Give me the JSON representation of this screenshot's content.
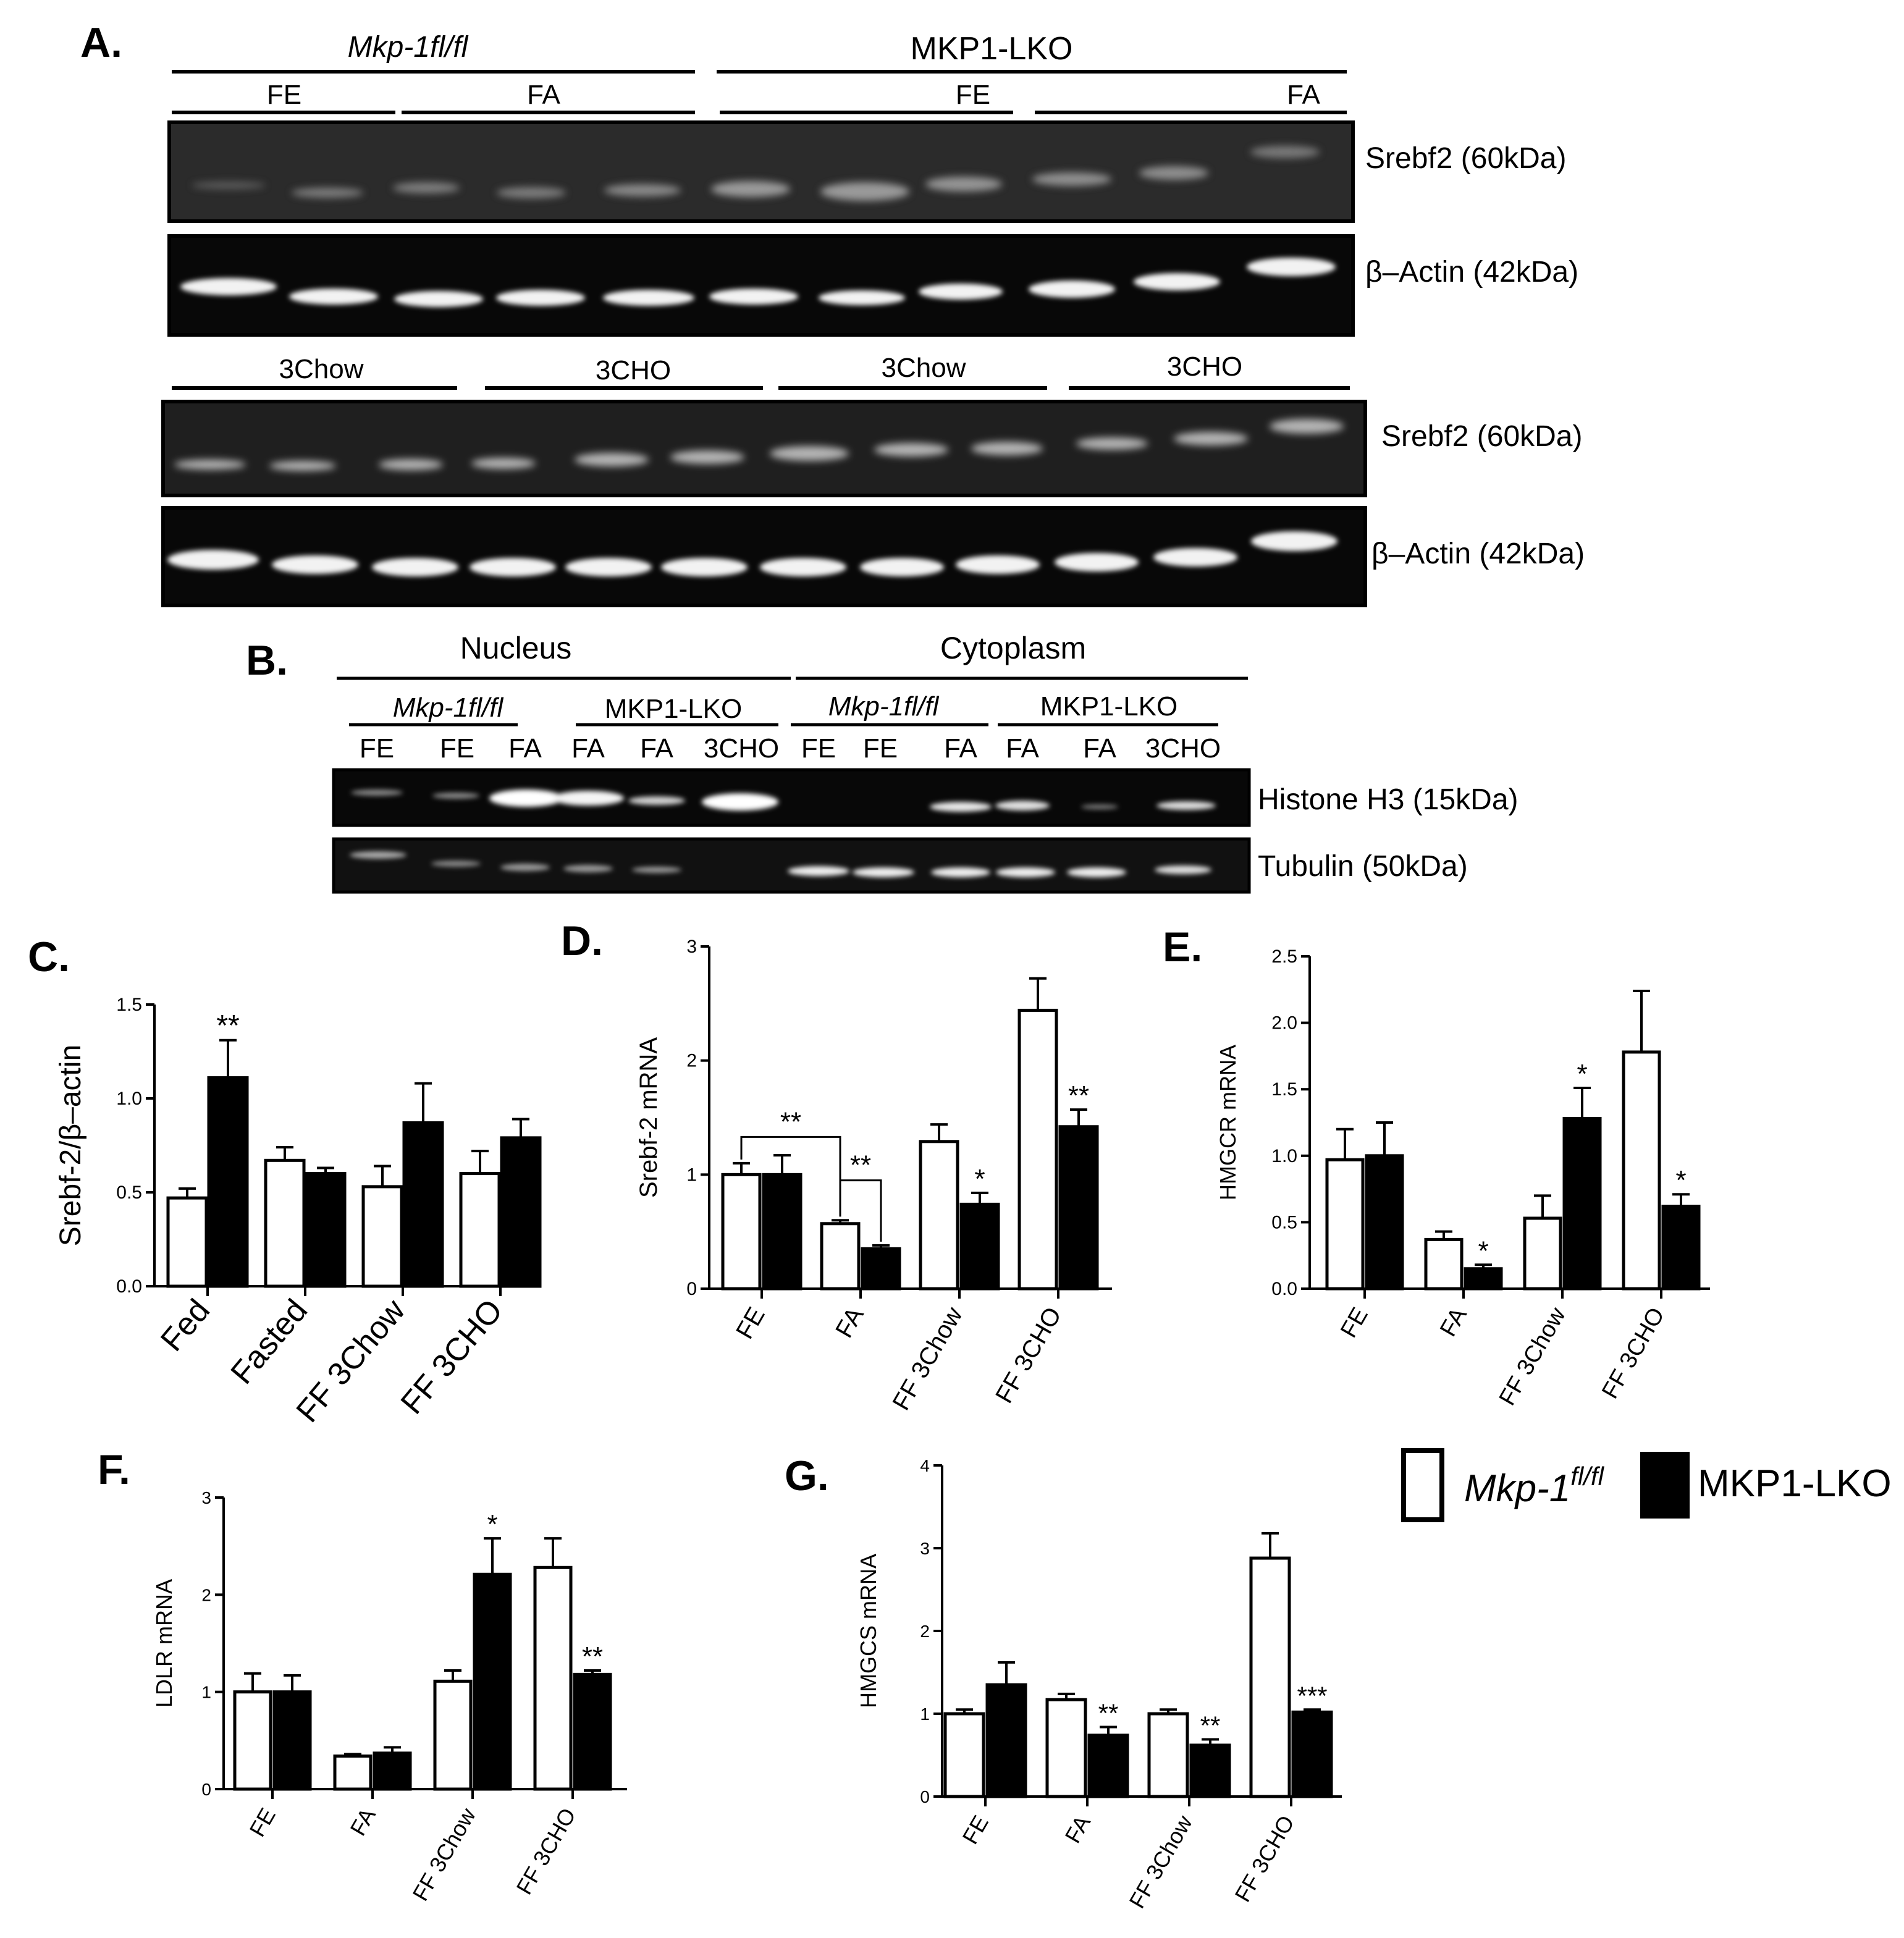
{
  "panel_letters": [
    "A.",
    "B.",
    "C.",
    "D.",
    "E.",
    "F.",
    "G."
  ],
  "panelA": {
    "top_groups": [
      "Mkp-1fl/fl",
      "MKP1-LKO"
    ],
    "top_subgroups": [
      "FE",
      "FA",
      "FE",
      "FA"
    ],
    "blot1_label": "Srebf2 (60kDa)",
    "blot2_label": "β–Actin (42kDa)",
    "bottom_subgroups": [
      "3Chow",
      "3CHO",
      "3Chow",
      "3CHO"
    ],
    "blot3_label": "Srebf2 (60kDa)",
    "blot4_label": "β–Actin (42kDa)"
  },
  "panelB": {
    "fractions": [
      "Nucleus",
      "Cytoplasm"
    ],
    "genotypes": [
      "Mkp-1fl/fl",
      "MKP1-LKO",
      "Mkp-1fl/fl",
      "MKP1-LKO"
    ],
    "lanes": [
      "FE",
      "FE",
      "FA",
      "FA",
      "FA",
      "3CHO",
      "FE",
      "FE",
      "FA",
      "FA",
      "FA",
      "3CHO"
    ],
    "blot1_label": "Histone H3 (15kDa)",
    "blot2_label": "Tubulin (50kDa)"
  },
  "legend": {
    "items": [
      {
        "label_base": "Mkp-1",
        "label_sup": "fl/fl",
        "color": "#ffffff"
      },
      {
        "label": "MKP1-LKO",
        "color": "#000000"
      }
    ]
  },
  "chart_data": [
    {
      "panel": "C",
      "type": "bar",
      "ylabel": "Srebf-2/β–actin",
      "ylim": [
        0,
        1.5
      ],
      "yticks": [
        "0.0",
        "0.5",
        "1.0",
        "1.5"
      ],
      "categories": [
        "Fed",
        "Fasted",
        "FF 3Chow",
        "FF 3CHO"
      ],
      "series": [
        {
          "values": [
            0.47,
            0.67,
            0.53,
            0.6
          ],
          "errors": [
            0.05,
            0.07,
            0.11,
            0.12
          ]
        },
        {
          "values": [
            1.11,
            0.6,
            0.87,
            0.79
          ],
          "errors": [
            0.2,
            0.03,
            0.21,
            0.1
          ]
        }
      ],
      "annotations": [
        {
          "category": 0,
          "series": 1,
          "text": "**"
        }
      ]
    },
    {
      "panel": "D",
      "type": "bar",
      "ylabel": "Srebf-2 mRNA",
      "ylim": [
        0,
        3
      ],
      "yticks": [
        "0",
        "1",
        "2",
        "3"
      ],
      "categories": [
        "FE",
        "FA",
        "FF 3Chow",
        "FF 3CHO"
      ],
      "series": [
        {
          "values": [
            1.0,
            0.57,
            1.29,
            2.44
          ],
          "errors": [
            0.1,
            0.03,
            0.15,
            0.28
          ]
        },
        {
          "values": [
            1.0,
            0.35,
            0.74,
            1.42
          ],
          "errors": [
            0.17,
            0.03,
            0.1,
            0.15
          ]
        }
      ],
      "annotations": [
        {
          "category": 2,
          "series": 1,
          "text": "*"
        },
        {
          "category": 3,
          "series": 1,
          "text": "**"
        }
      ],
      "brackets": [
        {
          "from": [
            0,
            0
          ],
          "to": [
            1,
            0
          ],
          "y": 1.33,
          "text": "**"
        },
        {
          "from": [
            1,
            0
          ],
          "to": [
            1,
            1
          ],
          "y": 0.95,
          "text": "**"
        }
      ]
    },
    {
      "panel": "E",
      "type": "bar",
      "ylabel": "HMGCR mRNA",
      "ylim": [
        0,
        2.5
      ],
      "yticks": [
        "0.0",
        "0.5",
        "1.0",
        "1.5",
        "2.0",
        "2.5"
      ],
      "categories": [
        "FE",
        "FA",
        "FF 3Chow",
        "FF 3CHO"
      ],
      "series": [
        {
          "values": [
            0.97,
            0.37,
            0.53,
            1.78
          ],
          "errors": [
            0.23,
            0.06,
            0.17,
            0.46
          ]
        },
        {
          "values": [
            1.0,
            0.15,
            1.28,
            0.62
          ],
          "errors": [
            0.25,
            0.03,
            0.23,
            0.09
          ]
        }
      ],
      "annotations": [
        {
          "category": 1,
          "series": 1,
          "text": "*"
        },
        {
          "category": 2,
          "series": 1,
          "text": "*"
        },
        {
          "category": 3,
          "series": 1,
          "text": "*"
        }
      ]
    },
    {
      "panel": "F",
      "type": "bar",
      "ylabel": "LDLR mRNA",
      "ylim": [
        0,
        3
      ],
      "yticks": [
        "0",
        "1",
        "2",
        "3"
      ],
      "categories": [
        "FE",
        "FA",
        "FF 3Chow",
        "FF 3CHO"
      ],
      "series": [
        {
          "values": [
            1.0,
            0.34,
            1.11,
            2.28
          ],
          "errors": [
            0.19,
            0.02,
            0.11,
            0.3
          ]
        },
        {
          "values": [
            1.0,
            0.37,
            2.21,
            1.18
          ],
          "errors": [
            0.17,
            0.06,
            0.37,
            0.04
          ]
        }
      ],
      "annotations": [
        {
          "category": 2,
          "series": 1,
          "text": "*"
        },
        {
          "category": 3,
          "series": 1,
          "text": "**"
        }
      ]
    },
    {
      "panel": "G",
      "type": "bar",
      "ylabel": "HMGCS mRNA",
      "ylim": [
        0,
        4
      ],
      "yticks": [
        "0",
        "1",
        "2",
        "3",
        "4"
      ],
      "categories": [
        "FE",
        "FA",
        "FF 3Chow",
        "FF 3CHO"
      ],
      "series": [
        {
          "values": [
            1.0,
            1.17,
            1.0,
            2.88
          ],
          "errors": [
            0.05,
            0.07,
            0.05,
            0.3
          ]
        },
        {
          "values": [
            1.35,
            0.74,
            0.62,
            1.02
          ],
          "errors": [
            0.27,
            0.1,
            0.07,
            0.03
          ]
        }
      ],
      "annotations": [
        {
          "category": 1,
          "series": 1,
          "text": "**"
        },
        {
          "category": 2,
          "series": 1,
          "text": "**"
        },
        {
          "category": 3,
          "series": 1,
          "text": "***"
        }
      ]
    }
  ]
}
